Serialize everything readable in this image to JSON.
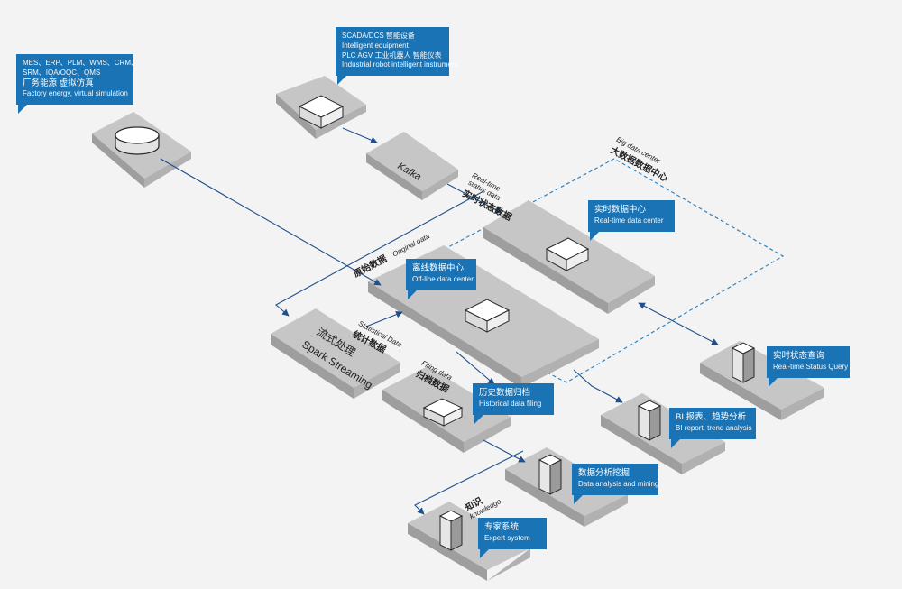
{
  "callouts": {
    "sources": {
      "line1": "MES、ERP、PLM、WMS、CRM、",
      "line2": "SRM、IQA/OQC、QMS",
      "line3": "厂务能源 虚拟仿真",
      "line4": "Factory energy, virtual simulation"
    },
    "devices": {
      "line1": "SCADA/DCS 智能设备",
      "line2": "Intelligent equipment",
      "line3": "PLC AGV 工业机器人 智能仪表",
      "line4": "Industrial robot intelligent instrument"
    },
    "realtime_center": {
      "zh": "实时数据中心",
      "en": "Real-time data center"
    },
    "offline_center": {
      "zh": "离线数据中心",
      "en": "Off-line data center"
    },
    "status_query": {
      "zh": "实时状态查询",
      "en": "Real-time Status Query"
    },
    "history_filing": {
      "zh": "历史数据归档",
      "en": "Historical data filing"
    },
    "bi": {
      "zh": "BI 报表、趋势分析",
      "en": "BI report, trend analysis"
    },
    "mining": {
      "zh": "数据分析挖掘",
      "en": "Data analysis and mining"
    },
    "expert": {
      "zh": "专家系统",
      "en": "Expert system"
    }
  },
  "blocks": {
    "kafka": "Kafka",
    "spark_zh": "流式处理",
    "spark_en": "Spark Streaming"
  },
  "labels": {
    "bigdata": {
      "en": "Big data center",
      "zh": "大数据数据中心"
    },
    "realtime_status": {
      "en1": "Real-time",
      "en2": "status data",
      "zh": "实时状态数据"
    },
    "original": {
      "zh": "原始数据",
      "en": "Original data"
    },
    "statistical": {
      "en": "Statistical Data",
      "zh": "统计数据"
    },
    "filing": {
      "en": "Filing data",
      "zh": "归档数据"
    },
    "knowledge": {
      "zh": "知识",
      "en": "knowledge"
    }
  },
  "colors": {
    "callout": "#1a73b4",
    "arrow": "#1f4f8c",
    "platform": "#bdbdbd",
    "background": "#f3f3f3"
  }
}
